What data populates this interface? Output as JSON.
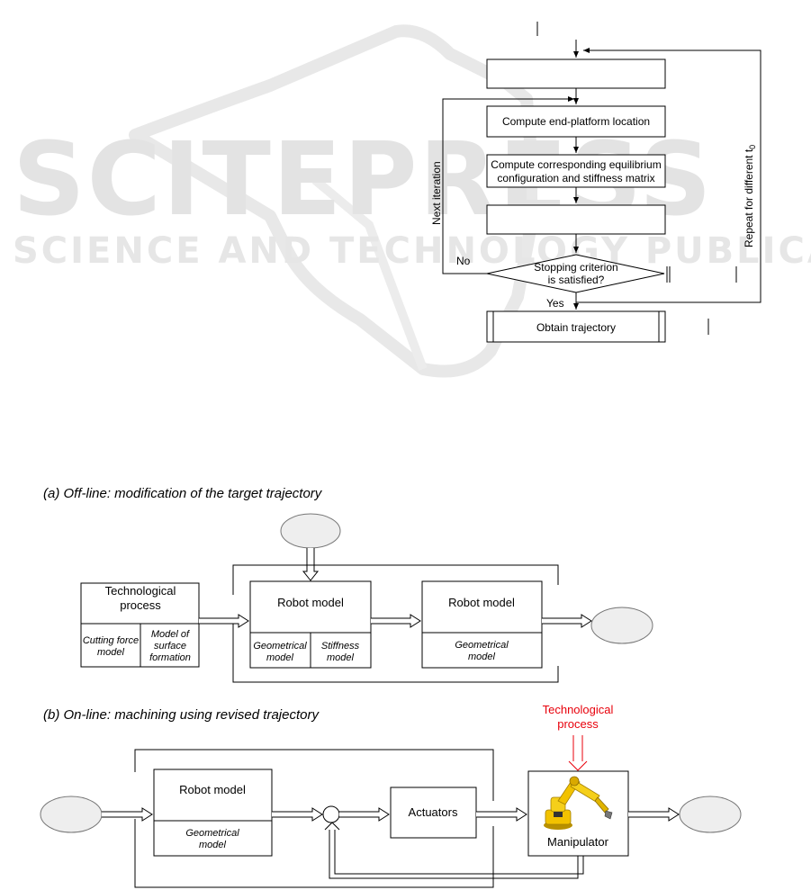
{
  "watermark": {
    "line1": "SCITEPRESS",
    "line2": "SCIENCE AND TECHNOLOGY PUBLICATIONS"
  },
  "flowchart": {
    "box_location": "Compute end-platform location",
    "box_equilibrium_line1": "Compute corresponding equilibrium",
    "box_equilibrium_line2": "configuration and stiffness matrix",
    "decision_line1": "Stopping criterion",
    "decision_line2": "is satisfied?",
    "label_no": "No",
    "label_yes": "Yes",
    "box_obtain": "Obtain trajectory",
    "side_left": "Next iteration",
    "side_right": "Repeat for different t",
    "side_right_sub": "0"
  },
  "diagram_a": {
    "caption": "(a) Off-line: modification of the target trajectory",
    "tech_title_line1": "Technological",
    "tech_title_line2": "process",
    "tech_sub_left_1": "Cutting force",
    "tech_sub_left_2": "model",
    "tech_sub_right_1": "Model of",
    "tech_sub_right_2": "surface",
    "tech_sub_right_3": "formation",
    "robot1_title": "Robot model",
    "robot1_sub_left_1": "Geometrical",
    "robot1_sub_left_2": "model",
    "robot1_sub_right_1": "Stiffness",
    "robot1_sub_right_2": "model",
    "robot2_title": "Robot model",
    "robot2_sub_1": "Geometrical",
    "robot2_sub_2": "model"
  },
  "diagram_b": {
    "caption": "(b) On-line: machining using revised trajectory",
    "tech_label_line1": "Technological",
    "tech_label_line2": "process",
    "robot_title": "Robot model",
    "robot_sub_1": "Geometrical",
    "robot_sub_2": "model",
    "actuators": "Actuators",
    "manipulator": "Manipulator"
  },
  "colors": {
    "accent_red": "#e8000b",
    "ellipse_fill": "#eeeeee",
    "robot_yellow": "#f2c200"
  }
}
